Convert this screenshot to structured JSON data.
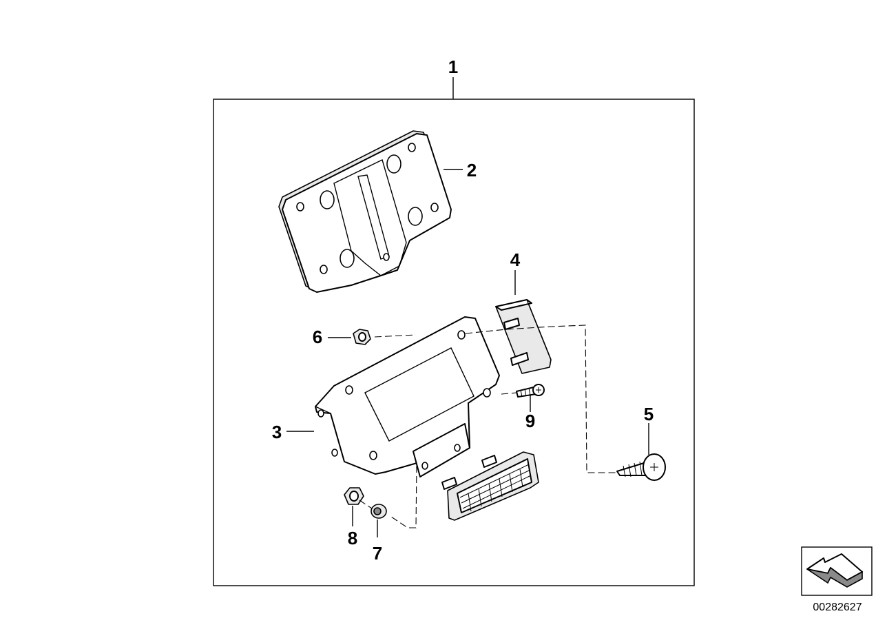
{
  "diagram": {
    "callouts": {
      "c1": "1",
      "c2": "2",
      "c3": "3",
      "c4": "4",
      "c5": "5",
      "c6": "6",
      "c7": "7",
      "c8": "8",
      "c9": "9"
    },
    "drawing_number": "00282627"
  }
}
